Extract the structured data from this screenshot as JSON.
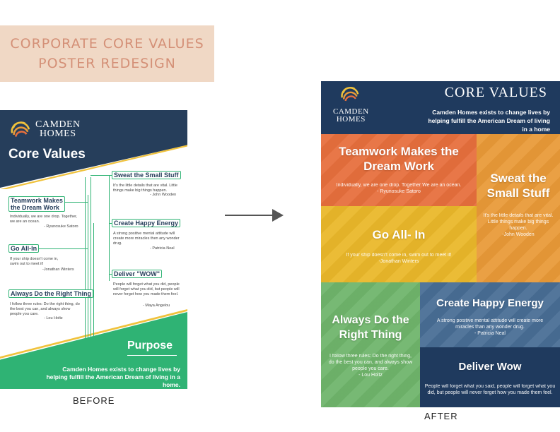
{
  "banner": {
    "line1": "CORPORATE CORE VALUES",
    "line2": "POSTER REDESIGN"
  },
  "before": {
    "logo_line1": "CAMDEN",
    "logo_line2": "HOMES",
    "title": "Core Values",
    "values": [
      {
        "title": "Sweat the Small Stuff",
        "quote": "It's the little details that are vital. Little things make big things happen.",
        "author": "- John Wooden"
      },
      {
        "title": "Teamwork Makes the Dream Work",
        "title_l1": "Teamwork Makes",
        "title_l2": "the Dream Work",
        "quote": "Individually, we are one drop. Together, we are an ocean.",
        "author": "- Ryunosuke Satoro"
      },
      {
        "title": "Create Happy Energy",
        "quote": "A strong positive mental attitude will create more miracles then any wonder drug.",
        "author": "- Patricia Neal"
      },
      {
        "title": "Go All-In",
        "quote": "If your ship doesn't come in, swim out to meet it!",
        "author": "-Jonathan Winters"
      },
      {
        "title": "Deliver \"WOW\"",
        "quote": "People will forget what you did, people will forget what you did, but people will never forget how you made them feel.",
        "author": "- Maya Angelou"
      },
      {
        "title": "Always Do the Right Thing",
        "quote": "I follow three rules: Do the right thing, do the best you can, and always show people you care.",
        "author": "- Lou Holtz"
      }
    ],
    "purpose_title": "Purpose",
    "mission": "Camden Homes exists to change lives by helping fulfill the American Dream of living in a home."
  },
  "labels": {
    "before": "BEFORE",
    "after": "AFTER"
  },
  "after": {
    "logo_line1": "CAMDEN",
    "logo_line2": "HOMES",
    "title": "CORE VALUES",
    "mission": "Camden Homes exists to change lives by helping fulfill the American Dream of living in a home",
    "tiles": {
      "teamwork": {
        "title": "Teamwork Makes the Dream Work",
        "quote": "Individually, we are one drop. Together We are an ocean.",
        "author": "- Ryunosuke Satoro"
      },
      "sweat": {
        "title": "Sweat the Small Stuff",
        "quote": "It's the little details that are vital. Little things make big things happen.",
        "author": "-John Wooden"
      },
      "goall": {
        "title": "Go All- In",
        "quote": "If your ship doesn't come in, swim out to meet it!",
        "author": "-Jonathan Winters"
      },
      "right": {
        "title": "Always Do the Right Thing",
        "quote": "I follow three rules: Do the right thing, do the best you can, and always show people you care.",
        "author": "- Lou Holtz"
      },
      "happy": {
        "title": "Create Happy Energy",
        "quote": "A strong positive mental attitude will create more miracles than any wonder drug.",
        "author": "- Patricia Neal"
      },
      "wow": {
        "title": "Deliver Wow",
        "quote": "People will forget what you said, people will forget what you did, but people will never forget how you made them feel.",
        "author": ""
      }
    }
  },
  "colors": {
    "navy": "#1f3a5e",
    "green": "#2fb374",
    "yellow": "#f0c23c",
    "orange": "#e76f3d",
    "banner_bg": "#f0d8c5",
    "banner_text": "#d49077"
  },
  "icons": [
    "camden-sun-logo-icon",
    "arrow-right-icon"
  ]
}
